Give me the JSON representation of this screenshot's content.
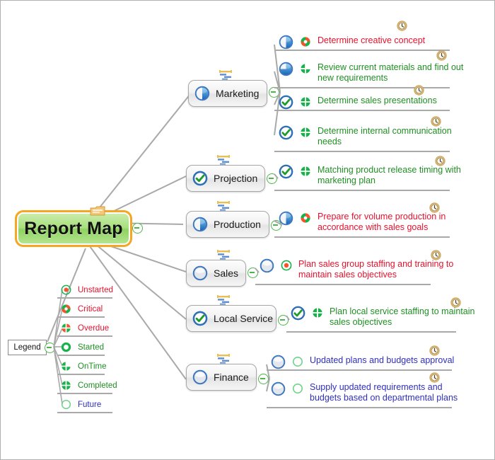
{
  "central": {
    "label": "Report Map"
  },
  "legend": {
    "title": "Legend",
    "items": [
      {
        "label": "Unstarted",
        "color_class": "l-red",
        "marker": "unstarted-marker-icon"
      },
      {
        "label": "Critical",
        "color_class": "l-red",
        "marker": "critical-marker-icon"
      },
      {
        "label": "Overdue",
        "color_class": "l-red",
        "marker": "overdue-marker-icon"
      },
      {
        "label": "Started",
        "color_class": "l-green",
        "marker": "started-marker-icon"
      },
      {
        "label": "OnTime",
        "color_class": "l-green",
        "marker": "ontime-marker-icon"
      },
      {
        "label": "Completed",
        "color_class": "l-green",
        "marker": "completed-marker-icon"
      },
      {
        "label": "Future",
        "color_class": "l-blue",
        "marker": "future-marker-icon"
      }
    ]
  },
  "branches": [
    {
      "label": "Marketing",
      "progress_icon": "pie-50-icon",
      "tasks": [
        {
          "text": "Determine creative concept",
          "color_class": "t-red",
          "progress_icon": "pie-50-icon",
          "status_icon": "critical-marker-icon",
          "clock": "clock-icon"
        },
        {
          "text": "Review current materials and find out\nnew requirements",
          "color_class": "t-green",
          "progress_icon": "pie-75-icon",
          "status_icon": "ontime-marker-icon",
          "clock": "clock-icon"
        },
        {
          "text": "Determine sales presentations",
          "color_class": "t-green",
          "progress_icon": "pie-100-icon",
          "status_icon": "completed-marker-icon",
          "clock": "clock-icon"
        },
        {
          "text": "Determine internal communication\nneeds",
          "color_class": "t-green",
          "progress_icon": "pie-100-icon",
          "status_icon": "completed-marker-icon",
          "clock": "clock-icon"
        }
      ]
    },
    {
      "label": "Projection",
      "progress_icon": "pie-100-icon",
      "tasks": [
        {
          "text": "Matching product release timing with\nmarketing plan",
          "color_class": "t-green",
          "progress_icon": "pie-100-icon",
          "status_icon": "completed-marker-icon",
          "clock": "clock-icon"
        }
      ]
    },
    {
      "label": "Production",
      "progress_icon": "pie-50-icon",
      "tasks": [
        {
          "text": "Prepare for volume production in\naccordance with sales goals",
          "color_class": "t-red",
          "progress_icon": "pie-50-icon",
          "status_icon": "critical-marker-icon",
          "clock": "clock-icon"
        }
      ]
    },
    {
      "label": "Sales",
      "progress_icon": "pie-0-icon",
      "tasks": [
        {
          "text": "Plan sales group staffing and training to\nmaintain sales objectives",
          "color_class": "t-red",
          "progress_icon": "pie-0-icon",
          "status_icon": "unstarted-marker-icon",
          "clock": "clock-icon"
        }
      ]
    },
    {
      "label": "Local Service",
      "progress_icon": "pie-100-icon",
      "tasks": [
        {
          "text": "Plan local service staffing to maintain\nsales objectives",
          "color_class": "t-green",
          "progress_icon": "pie-100-icon",
          "status_icon": "completed-marker-icon",
          "clock": "clock-icon"
        }
      ]
    },
    {
      "label": "Finance",
      "progress_icon": "pie-0-icon",
      "tasks": [
        {
          "text": "Updated plans and budgets approval",
          "color_class": "t-blue",
          "progress_icon": "pie-0-icon",
          "status_icon": "future-marker-icon",
          "clock": "clock-icon"
        },
        {
          "text": "Supply updated requirements and\nbudgets based on departmental plans",
          "color_class": "t-blue",
          "progress_icon": "pie-0-icon",
          "status_icon": "future-marker-icon",
          "clock": "clock-icon"
        }
      ]
    }
  ],
  "colors": {
    "accent_orange": "#f5a623",
    "central_green": "#a8df7c",
    "red_text": "#e8112d",
    "green_text": "#1f8f23",
    "blue_text": "#2f2fbf",
    "edge_gray": "#a9a9a9",
    "collapse_green": "#49b749"
  }
}
